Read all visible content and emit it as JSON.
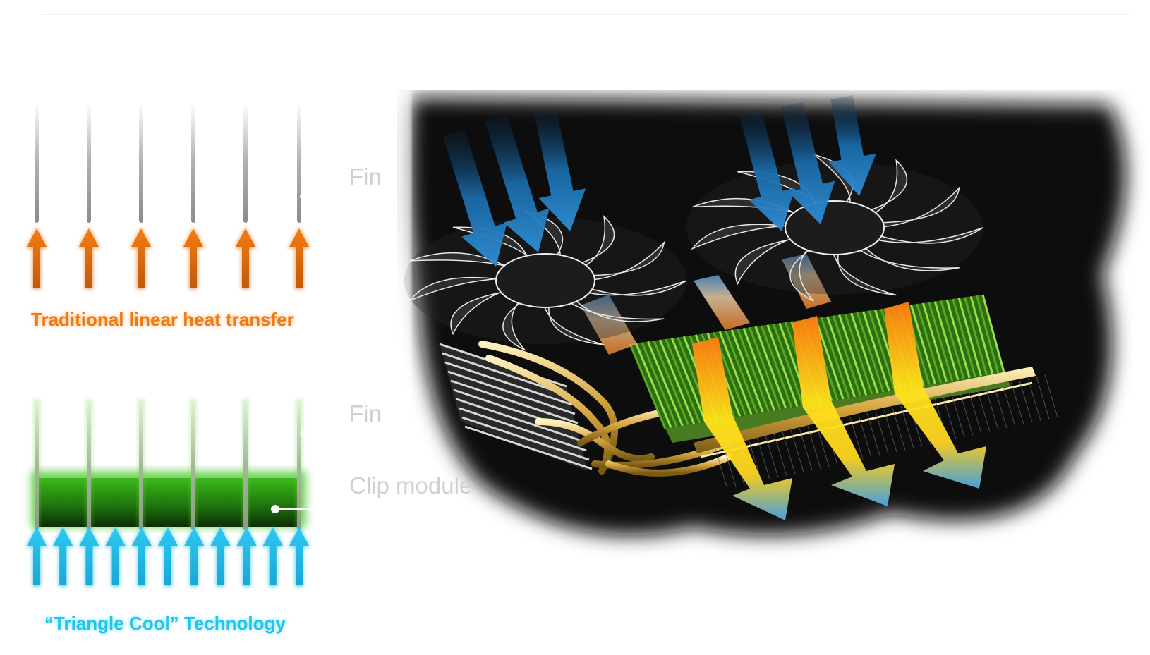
{
  "captions": {
    "traditional": "Traditional linear heat transfer",
    "triangle": "“Triangle Cool” Technology"
  },
  "labels": {
    "fin_top": "Fin",
    "fin_bottom": "Fin",
    "clip_module": "Clip module"
  },
  "colors": {
    "orange_arrow": "#f07a10",
    "cyan_arrow": "#1ec6ee",
    "green_module": "#2e9e14",
    "label_gray": "#d0d0d0"
  },
  "icons": {
    "airflow_in": "blue-down-arrow",
    "airflow_out": "yellow-blue-exhaust-arrow",
    "fan": "fan-icon"
  }
}
